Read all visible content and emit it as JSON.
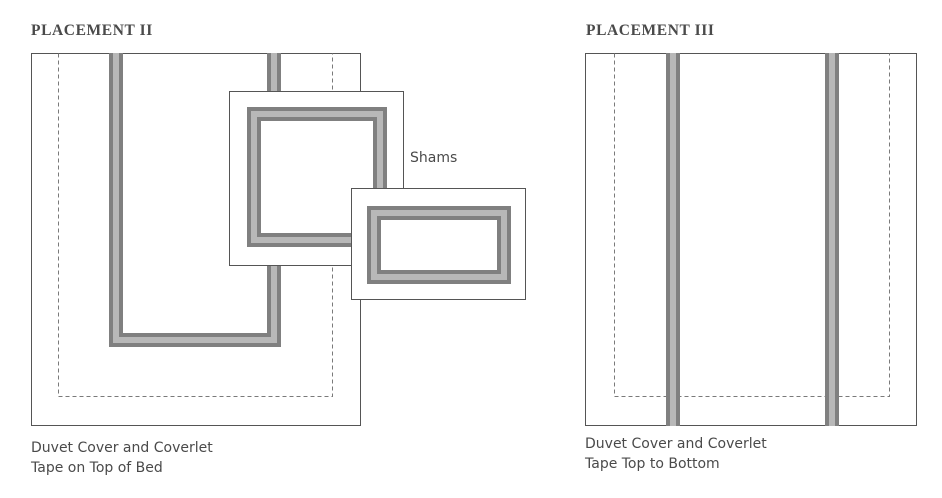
{
  "placement_2": {
    "heading": "PLACEMENT II",
    "callout": "Shams",
    "caption_line1": "Duvet Cover and Coverlet",
    "caption_line2": "Tape on Top of Bed"
  },
  "placement_3": {
    "heading": "PLACEMENT III",
    "caption_line1": "Duvet Cover and Coverlet",
    "caption_line2": "Tape Top to Bottom"
  },
  "colors": {
    "outline": "#555555",
    "dashed_line": "#7a7a7a",
    "tape_outer": "#808080",
    "tape_inner": "#b8b8b8",
    "text": "#4a4a4a",
    "background": "#ffffff"
  }
}
